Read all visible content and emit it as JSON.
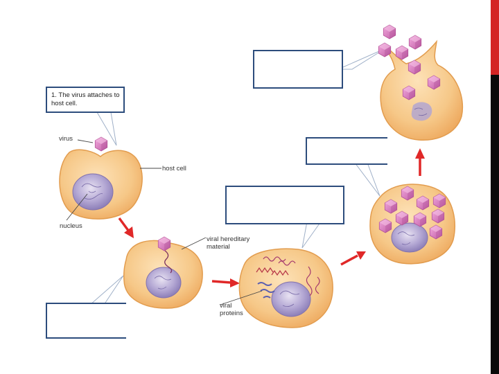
{
  "colors": {
    "cell_fill": "#f4c07a",
    "cell_edge": "#e4a050",
    "nucleus_fill": "#a898c8",
    "virus_fill": "#d678ba",
    "arrow_red": "#e02828",
    "callout_border": "#2c4c7c",
    "side_bar": "#0a0a0a",
    "side_accent": "#d42424"
  },
  "icons": {
    "virus": "hexagon-virus-icon",
    "arrow": "red-arrow-icon"
  },
  "steps": [
    {
      "text": "1. The virus attaches to host cell."
    },
    {
      "text": ""
    },
    {
      "text": ""
    },
    {
      "text": ""
    },
    {
      "text": ""
    }
  ],
  "labels": {
    "virus": "virus",
    "host_cell": "host cell",
    "nucleus": "nucleus",
    "viral_hereditary_material": "viral hereditary\nmaterial",
    "viral_proteins": "viral\nproteins"
  }
}
